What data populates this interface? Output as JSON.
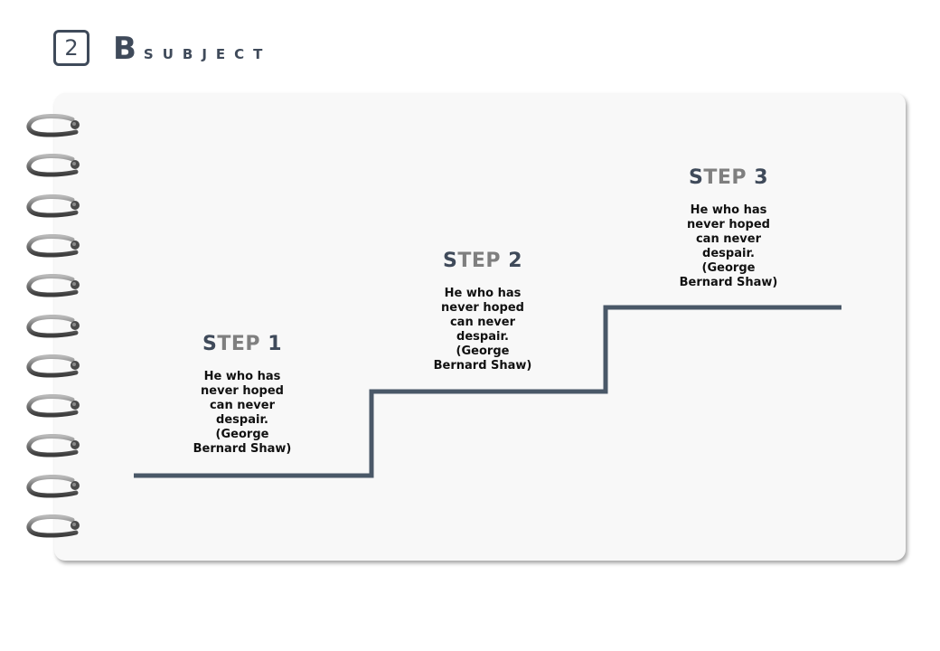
{
  "header": {
    "number": "2",
    "title_initial": "B",
    "title_rest": "SUBJECT"
  },
  "steps": [
    {
      "word_first": "S",
      "word_rest": "TEP",
      "number": "1",
      "text": "He who has never hoped can never despair. (George Bernard Shaw)"
    },
    {
      "word_first": "S",
      "word_rest": "TEP",
      "number": "2",
      "text": "He who has never hoped can never despair. (George Bernard Shaw)"
    },
    {
      "word_first": "S",
      "word_rest": "TEP",
      "number": "3",
      "text": "He who has never hoped can never despair. (George Bernard Shaw)"
    }
  ],
  "colors": {
    "primary": "#3f4a5a",
    "accent_gray": "#7f7f7f",
    "card_bg": "#f8f8f8",
    "line": "#4a5868"
  }
}
